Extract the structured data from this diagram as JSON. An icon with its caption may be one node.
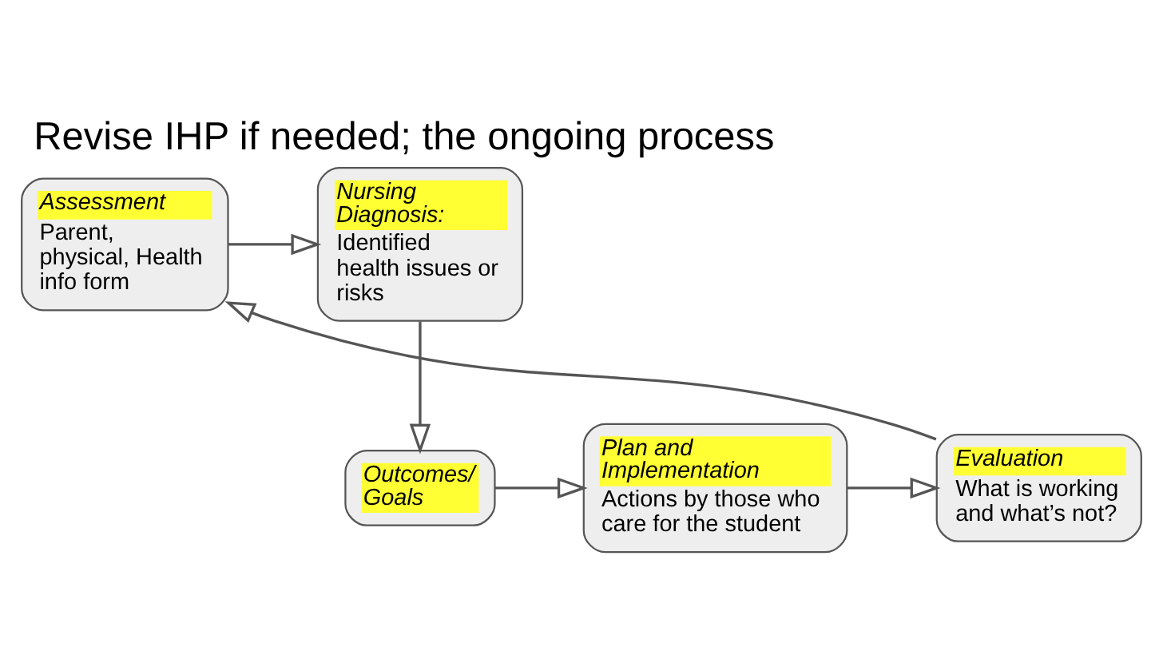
{
  "diagram": {
    "title": "Revise IHP if needed; the ongoing process",
    "nodes": [
      {
        "text": [
          "Assessment",
          "Parent, physical, Health info form"
        ]
      },
      {
        "text": [
          "Nursing Diagnosis:",
          "Identified health issues or risks"
        ]
      },
      {
        "text": [
          "Outcomes/ Goals"
        ]
      },
      {
        "text": [
          "Plan and Implementation",
          "Actions by those who care for the student"
        ]
      },
      {
        "text": [
          "Evaluation",
          "What is working and what’s not?"
        ]
      }
    ],
    "edges": [
      {
        "from": 0,
        "to": 1,
        "arrow": "to"
      },
      {
        "from": 1,
        "to": 2,
        "arrow": "to"
      },
      {
        "from": 2,
        "to": 3,
        "arrow": "to"
      },
      {
        "from": 3,
        "to": 4,
        "arrow": "to"
      },
      {
        "from": 4,
        "to": 0,
        "arrow": "to"
      }
    ]
  }
}
